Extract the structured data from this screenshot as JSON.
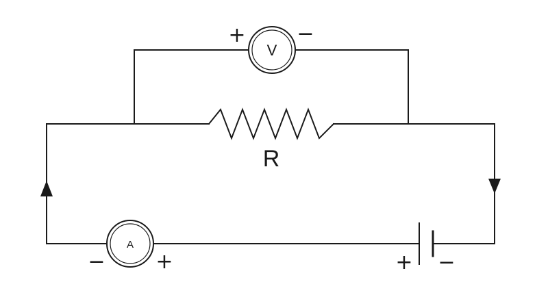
{
  "circuit": {
    "resistor": {
      "label": "R"
    },
    "voltmeter": {
      "label": "V",
      "plus_sign": "+",
      "minus_sign": "−"
    },
    "ammeter": {
      "label": "A",
      "plus_sign": "+",
      "minus_sign": "−"
    },
    "battery": {
      "plus_sign": "+",
      "minus_sign": "−"
    }
  }
}
